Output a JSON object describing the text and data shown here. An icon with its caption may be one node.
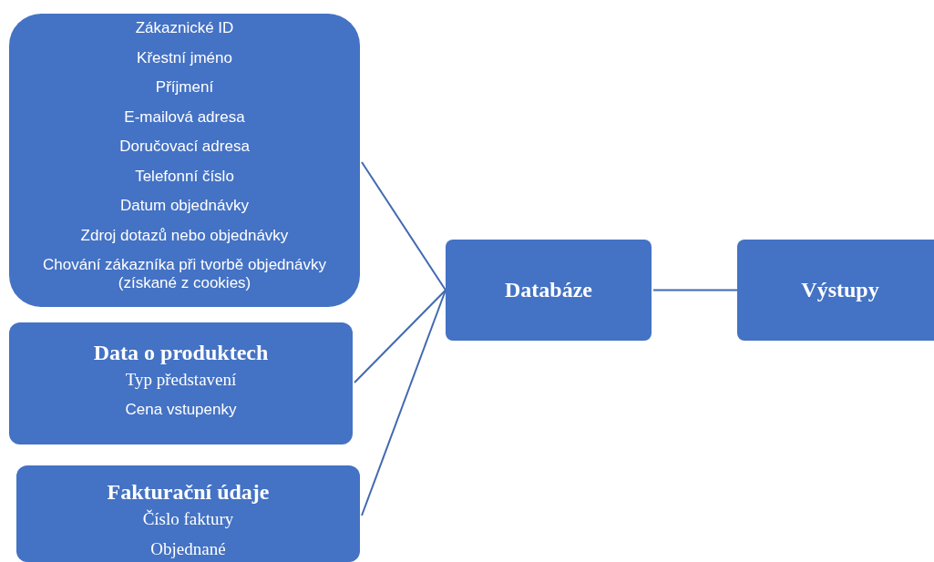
{
  "diagram": {
    "nodes": [
      {
        "text": [
          "Zákaznické ID",
          "Křestní jméno",
          "Příjmení",
          "E-mailová adresa",
          "Doručovací adresa",
          "Telefonní číslo",
          "Datum objednávky",
          "Zdroj dotazů nebo objednávky",
          "Chování zákazníka při tvorbě objednávky (získané z cookies)"
        ]
      },
      {
        "text": [
          "Data o produktech",
          "Typ představení",
          "Cena vstupenky"
        ]
      },
      {
        "text": [
          "Fakturační údaje",
          "Číslo faktury",
          "Objednané"
        ]
      },
      {
        "text": [
          "Databáze"
        ]
      },
      {
        "text": [
          "Výstupy"
        ]
      }
    ],
    "edges": [
      {
        "from": 0,
        "to": 3,
        "arrow": "none"
      },
      {
        "from": 1,
        "to": 3,
        "arrow": "none"
      },
      {
        "from": 2,
        "to": 3,
        "arrow": "none"
      },
      {
        "from": 3,
        "to": 4,
        "arrow": "none"
      }
    ]
  }
}
